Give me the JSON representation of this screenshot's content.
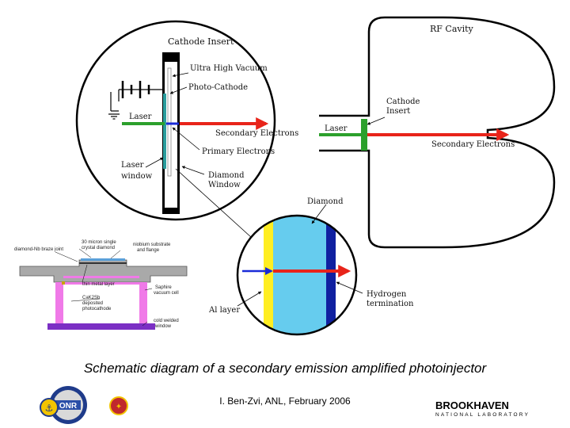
{
  "diagram": {
    "labels": {
      "rf_cavity": "RF Cavity",
      "cathode_insert_top": "Cathode Insert",
      "ultra_high_vacuum": "Ultra High Vacuum",
      "photo_cathode": "Photo-Cathode",
      "laser_left": "Laser",
      "secondary_electrons_left": "Secondary Electrons",
      "primary_electrons": "Primary Electrons",
      "laser_window_1": "Laser",
      "laser_window_2": "window",
      "diamond_window_1": "Diamond",
      "diamond_window_2": "Window",
      "cathode_insert_right_1": "Cathode",
      "cathode_insert_right_2": "Insert",
      "laser_right": "Laser",
      "secondary_electrons_right": "Secondary Electrons",
      "diamond": "Diamond",
      "hydrogen_termination_1": "Hydrogen",
      "hydrogen_termination_2": "termination",
      "al_layer": "Al layer"
    },
    "inset": {
      "braze_joint": "diamond-Nb braze joint",
      "single_crystal_1": "30 micron single",
      "single_crystal_2": "crystal diamond",
      "niobium_1": "niobium substrate",
      "niobium_2": "and flange",
      "thin_metal": "thin metal layer",
      "saphire_1": "Saphire",
      "saphire_2": "vacuum cell",
      "cak2sb_1": "CaK2Sb",
      "cak2sb_2": "deposited",
      "cak2sb_3": "photocathode",
      "cold_welded_1": "cold welded",
      "cold_welded_2": "window"
    },
    "colors": {
      "laser": "#2ca02c",
      "electrons": "#e8241a",
      "primary": "#1a2bd8",
      "diamond": "#66ccee",
      "al_layer": "#ffee22",
      "hydrogen": "#1020a0",
      "inset_pink": "#f07ae8",
      "inset_purple": "#7b2fc4"
    }
  },
  "caption": "Schematic diagram of a secondary emission amplified photoinjector",
  "credit": "I. Ben-Zvi, ANL, February 2006",
  "logos": {
    "left": "onr-logo",
    "right_line1": "BROOKHAVEN",
    "right_line2": "NATIONAL LABORATORY"
  }
}
